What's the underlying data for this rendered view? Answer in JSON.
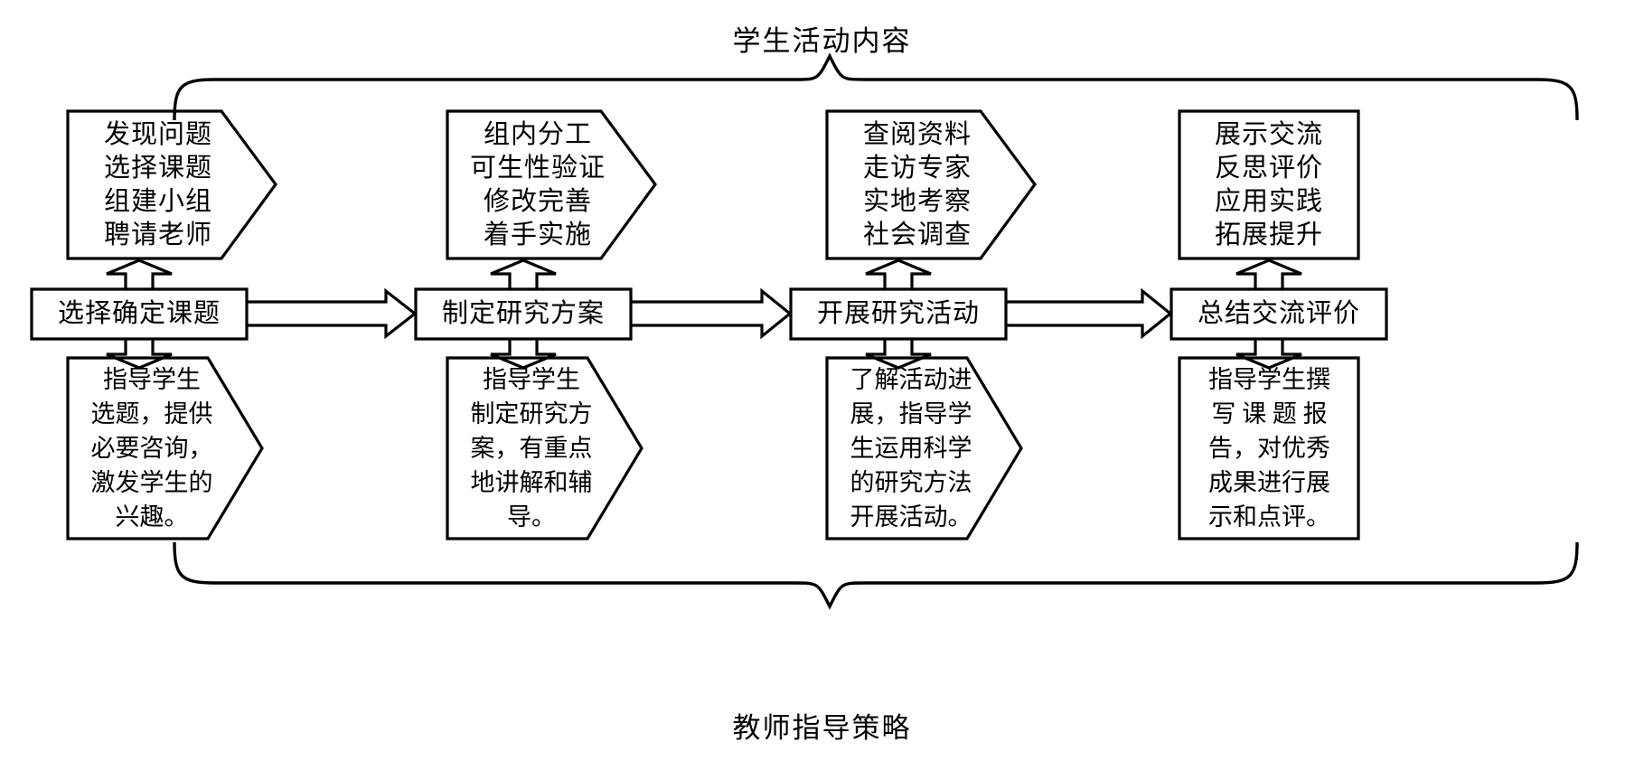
{
  "diagram": {
    "top_label": "学生活动内容",
    "bottom_label": "教师指导策略",
    "columns": [
      {
        "stage": "选择确定课题",
        "student": [
          "发现问题",
          "选择课题",
          "组建小组",
          "聘请老师"
        ],
        "teacher": [
          "指导学生",
          "选题，提供",
          "必要咨询，",
          "激发学生的",
          "兴趣。"
        ]
      },
      {
        "stage": "制定研究方案",
        "student": [
          "组内分工",
          "可生性验证",
          "修改完善",
          "着手实施"
        ],
        "teacher": [
          "指导学生",
          "制定研究方",
          "案，有重点",
          "地讲解和辅",
          "导。"
        ]
      },
      {
        "stage": "开展研究活动",
        "student": [
          "查阅资料",
          "走访专家",
          "实地考察",
          "社会调查"
        ],
        "teacher": [
          "了解活动进",
          "展，指导学",
          "生运用科学",
          "的研究方法",
          "开展活动。"
        ]
      },
      {
        "stage": "总结交流评价",
        "student": [
          "展示交流",
          "反思评价",
          "应用实践",
          "拓展提升"
        ],
        "teacher": [
          "指导学生撰",
          "写 课 题 报",
          "告，对优秀",
          "成果进行展",
          "示和点评。"
        ]
      }
    ],
    "flow_arrows": [
      "选择确定课题 → 制定研究方案",
      "制定研究方案 → 开展研究活动",
      "开展研究活动 → 总结交流评价"
    ],
    "colors": {
      "stroke": "#000000",
      "background": "#ffffff"
    }
  }
}
